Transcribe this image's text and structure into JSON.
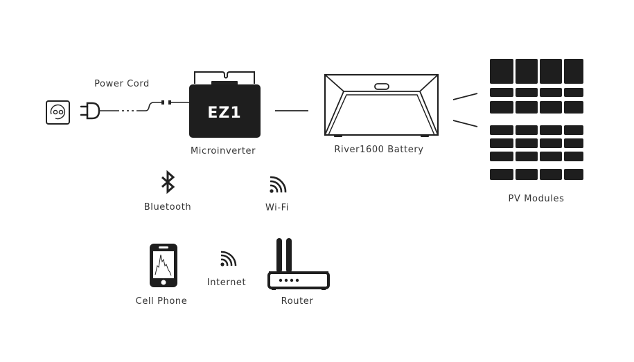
{
  "diagram": {
    "components": {
      "power_cord": {
        "label": "Power Cord",
        "icon": "plug-icon"
      },
      "outlet": {
        "icon": "wall-socket-icon"
      },
      "microinverter": {
        "label": "Microinverter",
        "badge": "EZ1"
      },
      "battery": {
        "label": "River1600 Battery"
      },
      "pv_modules": {
        "label": "PV Modules",
        "icon": "solar-panel-icon"
      },
      "bluetooth": {
        "label": "Bluetooth",
        "icon": "bluetooth-icon"
      },
      "wifi": {
        "label": "Wi-Fi",
        "icon": "wifi-icon"
      },
      "cell_phone": {
        "label": "Cell Phone",
        "icon": "smartphone-icon"
      },
      "internet": {
        "label": "Internet",
        "icon": "wifi-icon"
      },
      "router": {
        "label": "Router",
        "icon": "router-icon"
      }
    },
    "colors": {
      "ink": "#222222",
      "text": "#333333",
      "background": "#ffffff"
    }
  }
}
